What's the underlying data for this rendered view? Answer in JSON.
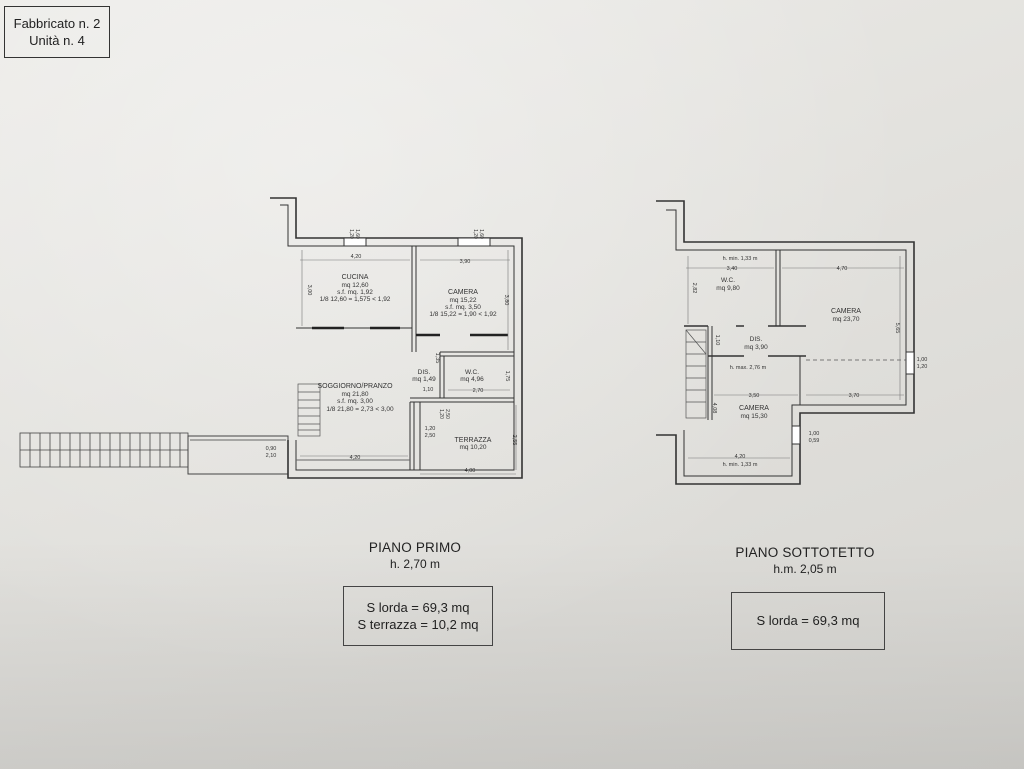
{
  "building": {
    "line1": "Fabbricato n. 2",
    "line2": "Unità n. 4"
  },
  "first_floor": {
    "title": "PIANO PRIMO",
    "height": "h. 2,70 m",
    "surface_gross": "S lorda = 69,3 mq",
    "surface_terrace": "S terrazza = 10,2 mq",
    "rooms": {
      "cucina": {
        "name": "CUCINA",
        "l1": "mq 12,60",
        "l2": "s.f. mq. 1,92",
        "l3": "1/8 12,60 = 1,575 < 1,92"
      },
      "camera": {
        "name": "CAMERA",
        "l1": "mq 15,22",
        "l2": "s.f. mq. 3,50",
        "l3": "1/8 15,22 = 1,90 < 1,92"
      },
      "soggiorno": {
        "name": "SOGGIORNO/PRANZO",
        "l1": "mq 21,80",
        "l2": "s.f. mq. 3,00",
        "l3": "1/8 21,80 = 2,73 < 3,00"
      },
      "dis": {
        "name": "DIS.",
        "l1": "mq 1,49"
      },
      "wc": {
        "name": "W.C.",
        "l1": "mq 4,96"
      },
      "terrazza": {
        "name": "TERRAZZA",
        "l1": "mq 10,20"
      }
    },
    "dims": {
      "top_left": "4,20",
      "top_right": "3,90",
      "left_h": "3,00",
      "right_h": "3,80",
      "dis_w": "1,10",
      "dis_h": "1,35",
      "wc_w": "2,70",
      "wc_h": "1,75",
      "bottom_left": "4,20",
      "bottom_right": "4,00",
      "terr_h": "2,55",
      "win1_a": "1,20",
      "win1_b": "1,60",
      "win2_a": "1,20",
      "win2_b": "1,60",
      "door_a": "1,20",
      "door_b": "2,50",
      "terr_a": "1,20",
      "terr_b": "2,50",
      "entry_a": "0,90",
      "entry_b": "2,10"
    }
  },
  "attic_floor": {
    "title": "PIANO SOTTOTETTO",
    "height": "h.m. 2,05 m",
    "surface_gross": "S lorda = 69,3 mq",
    "rooms": {
      "wc": {
        "name": "W.C.",
        "l1": "mq 9,80"
      },
      "camera1": {
        "name": "CAMERA",
        "l1": "mq 23,70"
      },
      "dis": {
        "name": "DIS.",
        "l1": "mq 3,90"
      },
      "camera2": {
        "name": "CAMERA",
        "l1": "mq 15,30"
      }
    },
    "dims": {
      "hmin_top": "h. min. 1,33 m",
      "hmax": "h. max. 2,76 m",
      "hmin_bottom": "h. min. 1,33 m",
      "top_left": "3,40",
      "top_right": "4,70",
      "left_h": "2,82",
      "right_h": "5,65",
      "dis_h": "1,10",
      "mid_left": "3,50",
      "mid_right": "3,70",
      "cam_h": "4,08",
      "bottom": "4,20",
      "win_a": "1,00",
      "win_b": "1,20",
      "win2_a": "1,00",
      "win2_b": "0,59"
    }
  }
}
